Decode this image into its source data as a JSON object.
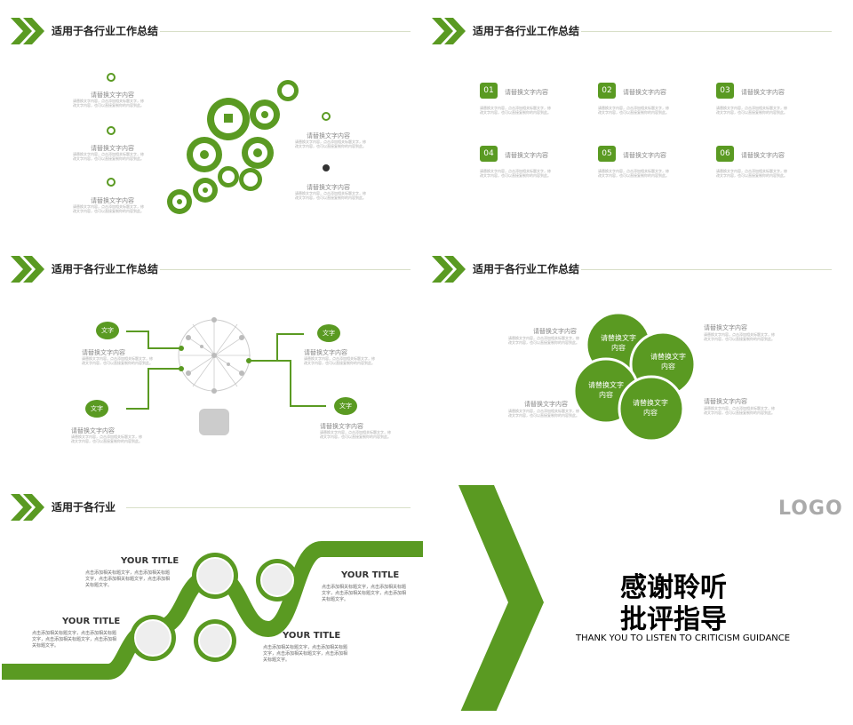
{
  "header_title": "适用于各行业工作总结",
  "header_title_short": "适用于各行业",
  "placeholder_title": "请替换文字内容",
  "placeholder_body": "请替换文字内容，点击添加相关标题文字，修改文字内容，也可以直接复制你的内容到此。",
  "word": "文字",
  "numbers": [
    "01",
    "02",
    "03",
    "04",
    "05",
    "06"
  ],
  "petal_labels": [
    "请替换文字内容",
    "请替换文字内容",
    "请替换文字内容",
    "请替换文字内容"
  ],
  "your_title": "YOUR TITLE",
  "your_body": "点击添加相关标题文字，点击添加相关标题文字，点击添加相关标题文字，点击添加相关标题文字。",
  "logo": "LOGO",
  "thanks_line1": "感谢聆听",
  "thanks_line2": "批评指导",
  "thanks_sub": "THANK YOU TO LISTEN TO CRITICISM GUIDANCE",
  "colors": {
    "accent": "#5a9a22",
    "line": "#d8dfc8"
  }
}
